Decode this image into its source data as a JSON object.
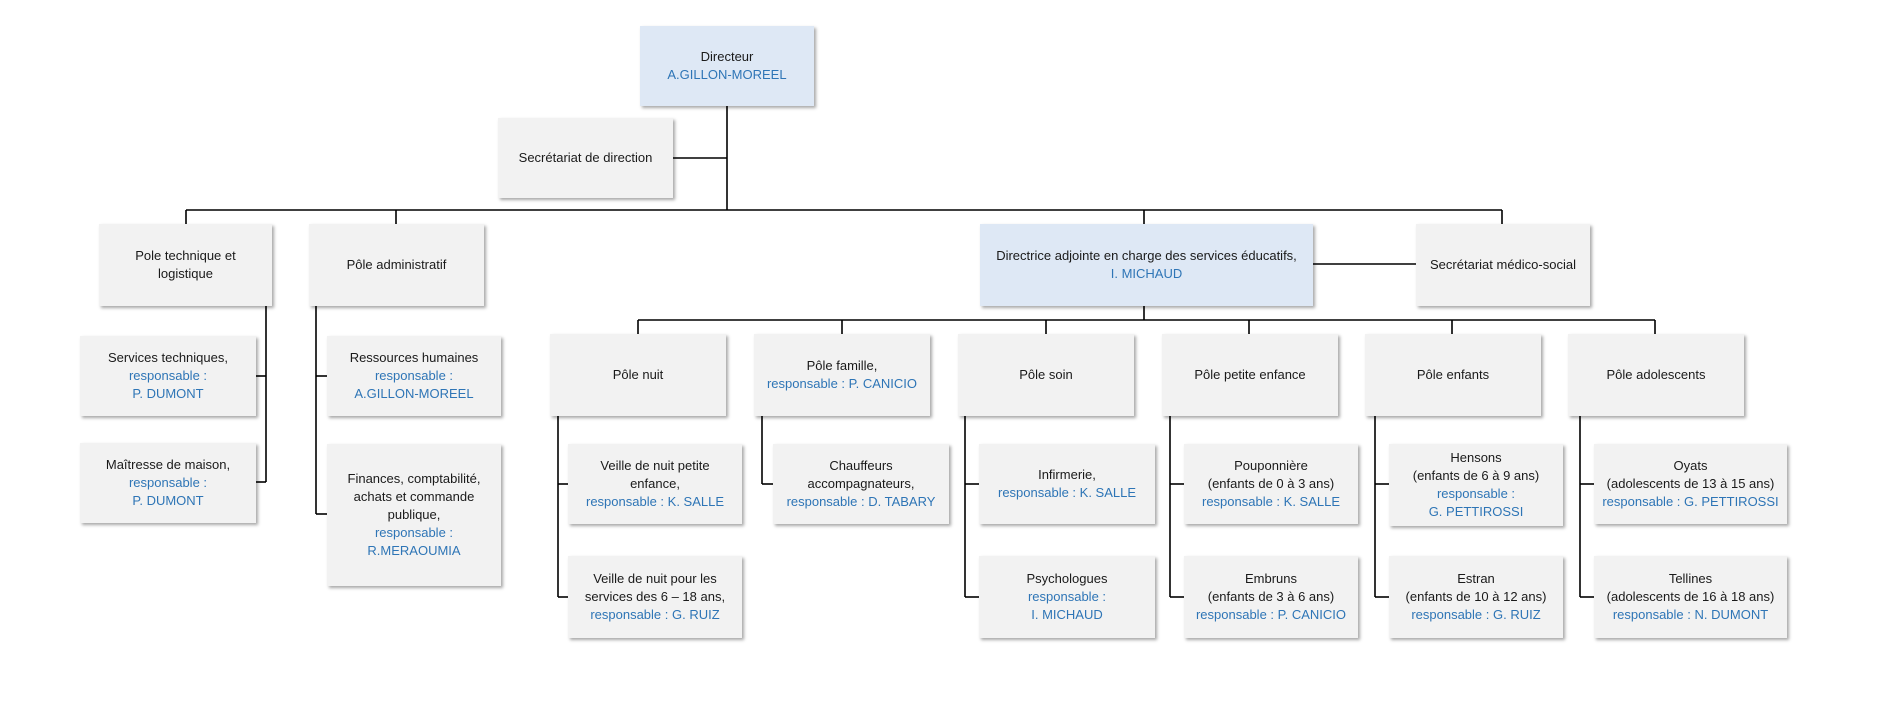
{
  "director": {
    "title": "Directeur",
    "name": "A.GILLON-MOREEL"
  },
  "secretariat_direction": {
    "title": "Secrétariat de direction"
  },
  "pole_technique": {
    "title_line1": "Pole technique et",
    "title_line2": "logistique",
    "children": [
      {
        "title": "Services techniques,",
        "resp_label": "responsable :",
        "resp_name": "P. DUMONT"
      },
      {
        "title": "Maîtresse de maison,",
        "resp_label": "responsable :",
        "resp_name": "P. DUMONT"
      }
    ]
  },
  "pole_administratif": {
    "title": "Pôle administratif",
    "children": [
      {
        "title": "Ressources humaines",
        "resp_label": "responsable :",
        "resp_name": "A.GILLON-MOREEL"
      },
      {
        "line1": "Finances, comptabilité,",
        "line2": "achats et commande",
        "line3": "publique,",
        "resp_label": "responsable :",
        "resp_name": "R.MERAOUMIA"
      }
    ]
  },
  "directrice_adjointe": {
    "title": "Directrice adjointe en charge des services éducatifs,",
    "name": "I. MICHAUD"
  },
  "secretariat_medico": {
    "title": "Secrétariat médico-social"
  },
  "poles": [
    {
      "title": "Pôle nuit",
      "children": [
        {
          "line1": "Veille de nuit petite",
          "line2": "enfance,",
          "resp": "responsable : K. SALLE"
        },
        {
          "line1": "Veille de nuit pour les",
          "line2": "services des 6 – 18 ans,",
          "resp": "responsable : G. RUIZ"
        }
      ]
    },
    {
      "title": "Pôle famille,",
      "resp": "responsable : P. CANICIO",
      "children": [
        {
          "line1": "Chauffeurs",
          "line2": "accompagnateurs,",
          "resp": "responsable : D. TABARY"
        }
      ]
    },
    {
      "title": "Pôle soin",
      "children": [
        {
          "line1": "Infirmerie,",
          "resp": "responsable : K. SALLE"
        },
        {
          "line1": "Psychologues",
          "resp_label": "responsable :",
          "resp_name": "I. MICHAUD"
        }
      ]
    },
    {
      "title": "Pôle petite enfance",
      "children": [
        {
          "line1": "Pouponnière",
          "line2": "(enfants de 0 à 3 ans)",
          "resp": "responsable : K. SALLE"
        },
        {
          "line1": "Embruns",
          "line2": "(enfants de 3 à 6 ans)",
          "resp": "responsable : P. CANICIO"
        }
      ]
    },
    {
      "title": "Pôle enfants",
      "children": [
        {
          "line1": "Hensons",
          "line2": "(enfants de 6 à 9 ans)",
          "resp_label": "responsable :",
          "resp_name": "G. PETTIROSSI"
        },
        {
          "line1": "Estran",
          "line2": "(enfants de 10 à 12 ans)",
          "resp": "responsable : G. RUIZ"
        }
      ]
    },
    {
      "title": "Pôle adolescents",
      "children": [
        {
          "line1": "Oyats",
          "line2": "(adolescents de 13 à 15 ans)",
          "resp": "responsable : G. PETTIROSSI"
        },
        {
          "line1": "Tellines",
          "line2": "(adolescents de 16 à 18 ans)",
          "resp": "responsable : N. DUMONT"
        }
      ]
    }
  ]
}
